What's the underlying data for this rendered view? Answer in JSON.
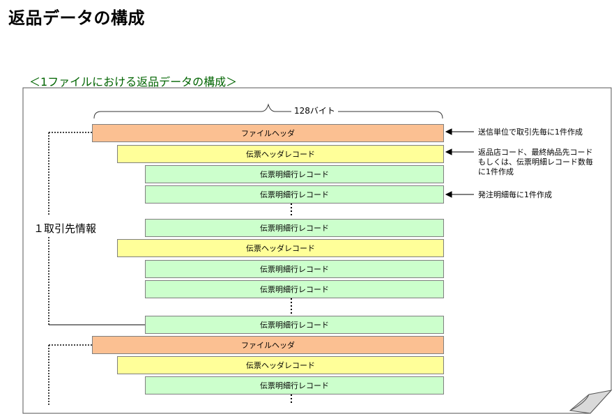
{
  "title": "返品データの構成",
  "heading": "＜1ファイルにおける返品データの構成＞",
  "bytes_label": "128バイト",
  "partner_label": "１取引先情報",
  "records": {
    "file_header": "ファイルヘッダ",
    "slip_header": "伝票ヘッダレコード",
    "detail": "伝票明細行レコード"
  },
  "notes": {
    "file_header_note": "送信単位で取引先毎に1件作成",
    "slip_header_note_line1": "返品店コード、最終納品先コード",
    "slip_header_note_line2": "もしくは、伝票明細レコード数毎",
    "slip_header_note_line3": "に1件作成",
    "detail_note": "発注明細毎に1件作成"
  },
  "colors": {
    "file_header": "#fbc092",
    "slip_header": "#ffff99",
    "detail": "#ccffcc",
    "heading": "#006400"
  }
}
